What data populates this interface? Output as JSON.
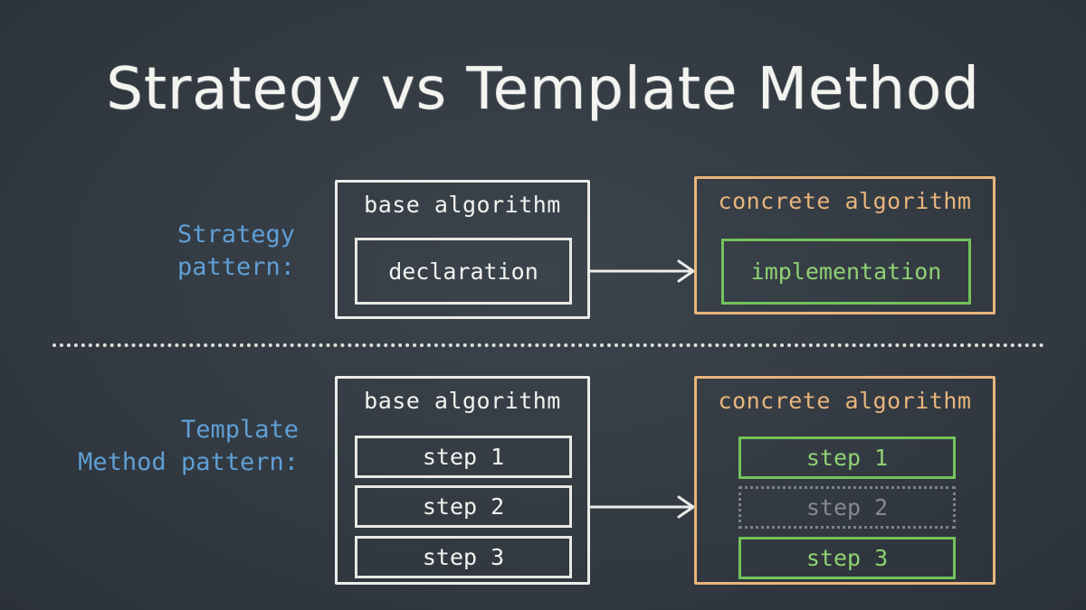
{
  "title": "Strategy vs Template Method",
  "colors": {
    "board": "#343b43",
    "chalk_white": "#ececea",
    "pattern_label": "#5f9fd6",
    "concrete_orange": "#e8b57c",
    "implementation_green": "#72c35b",
    "omitted_gray": "#7e8388"
  },
  "strategy": {
    "label_line1": "Strategy",
    "label_line2": "pattern:",
    "base": {
      "title": "base algorithm",
      "item": "declaration"
    },
    "concrete": {
      "title": "concrete algorithm",
      "item": "implementation"
    }
  },
  "template_method": {
    "label_line1": "Template",
    "label_line2": "Method pattern:",
    "base": {
      "title": "base algorithm",
      "steps": [
        "step 1",
        "step 2",
        "step 3"
      ]
    },
    "concrete": {
      "title": "concrete algorithm",
      "steps": [
        "step 1",
        "step 2",
        "step 3"
      ]
    }
  }
}
